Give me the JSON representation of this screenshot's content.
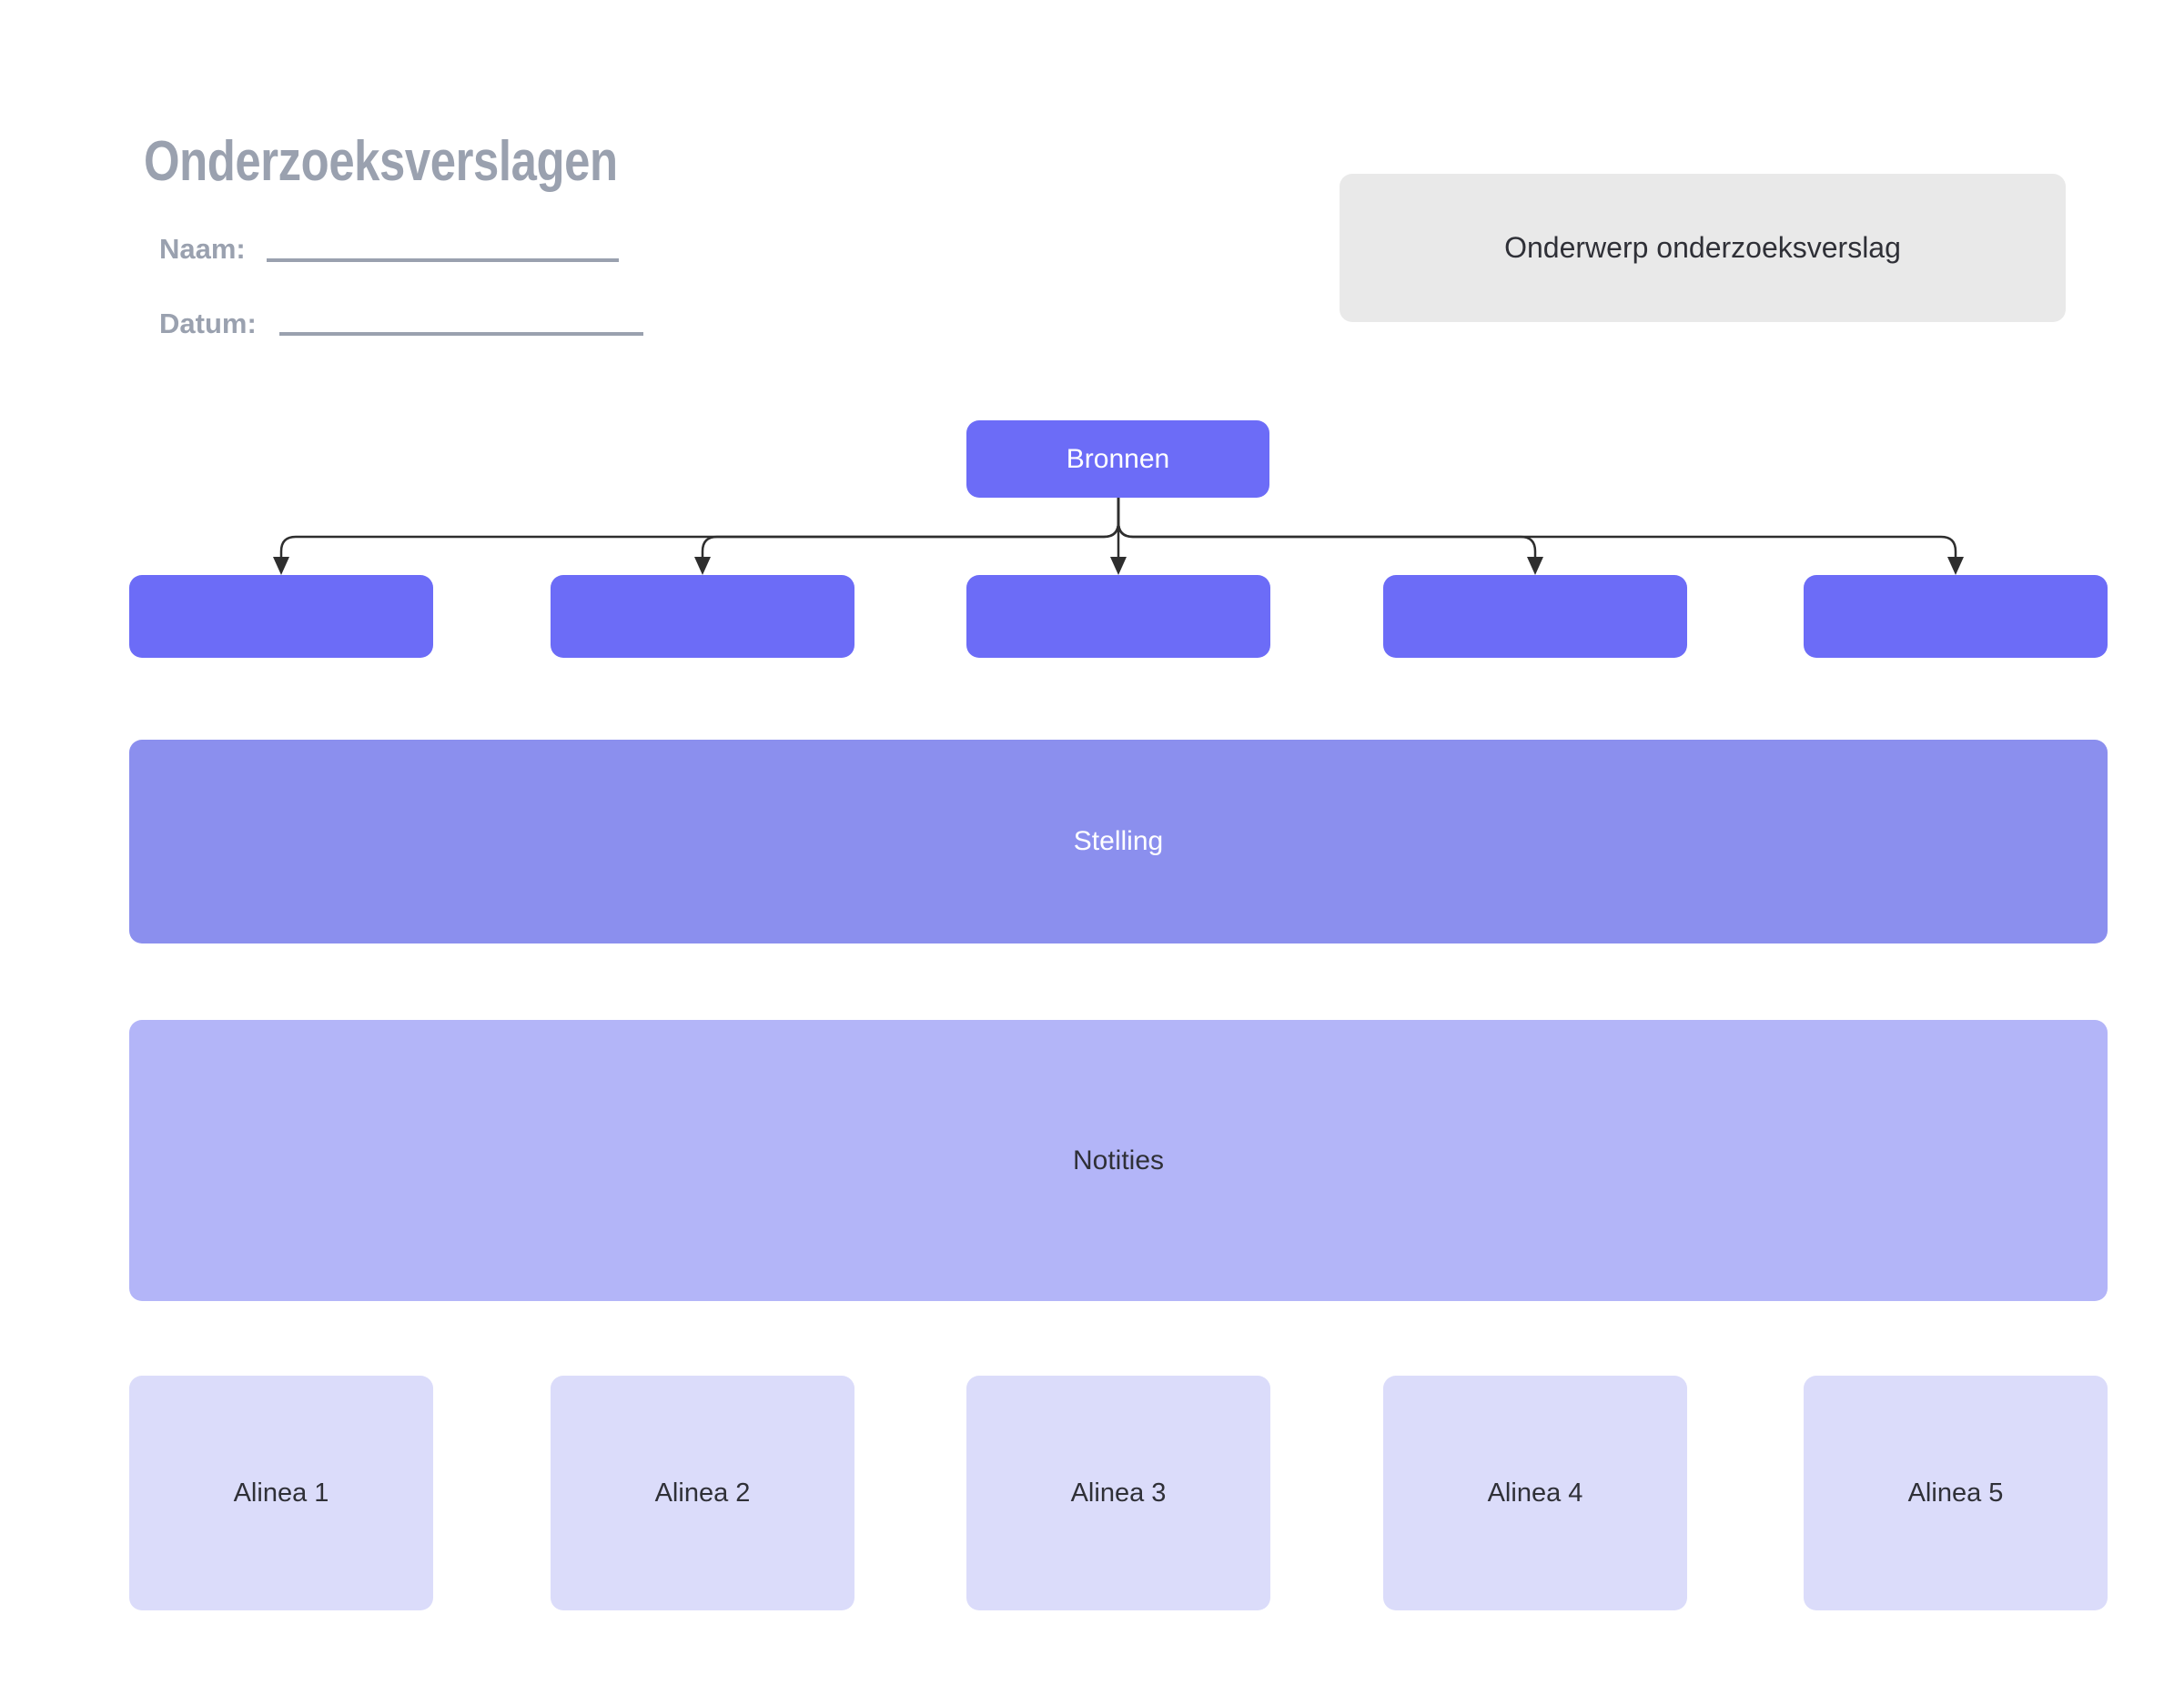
{
  "header": {
    "title": "Onderzoeksverslagen",
    "name_label": "Naam:",
    "date_label": "Datum:",
    "topic_box_label": "Onderwerp onderzoeksverslag"
  },
  "diagram": {
    "root_label": "Bronnen",
    "source_boxes": [
      "",
      "",
      "",
      "",
      ""
    ],
    "stelling_label": "Stelling",
    "notities_label": "Notities",
    "alinea_labels": [
      "Alinea 1",
      "Alinea 2",
      "Alinea 3",
      "Alinea 4",
      "Alinea 5"
    ]
  },
  "colors": {
    "purple-strong": "#6C6CF7",
    "purple-medium": "#8B8FEE",
    "purple-light": "#B3B5F8",
    "purple-pale": "#DBDCFA",
    "gray-box": "#E9E9E9",
    "heading-gray": "#9AA1AF",
    "text-dark": "#2F3037",
    "connector": "#2E2E2E",
    "background": "#FFFFFF"
  }
}
